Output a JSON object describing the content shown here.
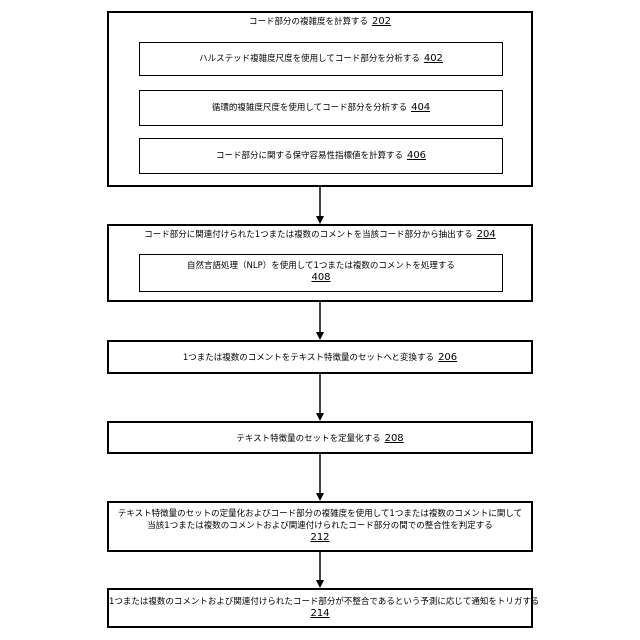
{
  "steps": {
    "s202": {
      "text": "コード部分の複雑度を計算する",
      "ref": "202",
      "substeps": [
        {
          "text": "ハルステッド複雑度尺度を使用してコード部分を分析する",
          "ref": "402"
        },
        {
          "text": "循環的複雑度尺度を使用してコード部分を分析する",
          "ref": "404"
        },
        {
          "text": "コード部分に関する保守容易性指標値を計算する",
          "ref": "406"
        }
      ]
    },
    "s204": {
      "text": "コード部分に関連付けられた1つまたは複数のコメントを当該コード部分から抽出する",
      "ref": "204",
      "sub": {
        "text": "自然言語処理（NLP）を使用して1つまたは複数のコメントを処理する",
        "ref": "408"
      }
    },
    "s206": {
      "text": "1つまたは複数のコメントをテキスト特徴量のセットへと変換する",
      "ref": "206"
    },
    "s208": {
      "text": "テキスト特徴量のセットを定量化する",
      "ref": "208"
    },
    "s212": {
      "line1": "テキスト特徴量のセットの定量化およびコード部分の複雑度を使用して1つまたは複数のコメントに関して",
      "line2": "当該1つまたは複数のコメントおよび関連付けられたコード部分の間での整合性を判定する",
      "ref": "212"
    },
    "s214": {
      "text": "1つまたは複数のコメントおよび関連付けられたコード部分が不整合であるという予測に応じて通知をトリガする",
      "ref": "214"
    }
  }
}
